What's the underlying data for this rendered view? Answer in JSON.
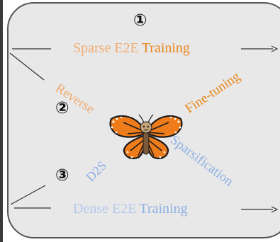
{
  "steps": [
    "①",
    "②",
    "③"
  ],
  "top_label": {
    "first": "Sparse E2E",
    "second": "Training"
  },
  "bottom_label": {
    "first": "Dense E2E",
    "second": "Training"
  },
  "diagonal_labels": {
    "reverse": "Reverse",
    "fine_tuning": "Fine-tuning",
    "d2s": "D2S",
    "sparsification": "Sparsification"
  },
  "colors": {
    "panel": "#e8e8e8",
    "sparse_light": "#f0ad72",
    "sparse_dark": "#e8871e",
    "dense_light": "#b5c9ec",
    "dense_dark": "#8fb0e4"
  },
  "icons": [
    "butterfly-icon"
  ]
}
